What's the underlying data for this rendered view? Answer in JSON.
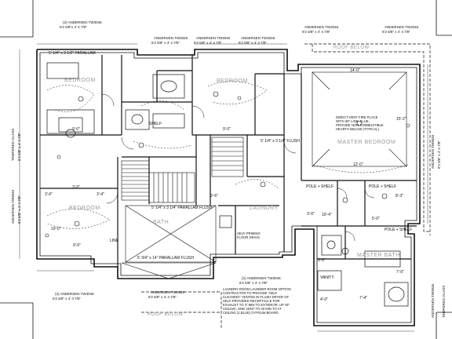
{
  "rooms": {
    "bedroom_1": "BEDROOM",
    "bedroom_2": "BEDROOM",
    "bedroom_3": "BEDROOM",
    "master_bedroom": "MASTER BEDROOM",
    "laundry": "LAUNDRY",
    "bath": "BATH",
    "master_bath": "MASTER BATH"
  },
  "roof_labels": {
    "top": "ROOF BELOW",
    "bottom": "ROOF BELOW"
  },
  "windows": {
    "w1_name": "(2) ANDERSEN TW3046",
    "w1_size": "6'2 5/8\"x 4' 4 7/8\"",
    "w2_name": "ANDERSEN TW3046",
    "w2_size": "6'2 5/8\" x 4' 4 7/8\"",
    "w3_name": "ANDERSEN TW3046",
    "w3_size": "6'2 5/8\" x 4' 4 7/8\"",
    "w4_name": "ANDERSEN TW3046",
    "w4_size": "6'2 5/8\" x 4' 4 7/8\"",
    "w5_name": "ANDERSEN TW3046",
    "w5_size": "6'2 5/8\" x 4' 4 7/8\"",
    "w6_name": "ANDERSEN TW3046",
    "w6_size": "6'2 5/8\" x 4' 4 7/8\"",
    "w7_name": "(2) ANDERSEN TW3046",
    "w7_size": "6'2 5/8\" x 4' 4 7/8\"",
    "w8_name": "ANDERSEN TW3046",
    "w8_size": "6'2 5/8\" x 4' 4 7/8\"",
    "w9_name": "(2) ANDERSEN TW3046",
    "w9_size": "6'2 5/8\" x 4' 4 7/8\""
  },
  "vertical_labels": {
    "left_1": "TEMPERED GLASS",
    "left_2": "6'2 5/8\" x 4' 4 7/8\"",
    "left_3": "ANDERSEN TW3046",
    "left_4": "6'2 5/8\" x 4' 4 7/8\"",
    "right_1": "ANDERSEN TW3046",
    "right_2": "6'2 5/8\" x 4' 4 7/8\"",
    "right_3": "TEMPERED GLASS",
    "right_4": "ANDERSEN TW3046"
  },
  "dimensions": {
    "d1": "5' 1/4\" x 3 1/2\" PARALLAM",
    "d2": "5' 1/4\" x 3 1/4\" PARALLAM FLUSH",
    "d3": "5' 3/4\" x 14\" PARALLAM FLUSH",
    "d4": "5' 1/4\" x 3 1/4\" FLUSH",
    "d5": "3'-0\"",
    "d6": "3'-6\"",
    "d7": "3'-4\"",
    "d8": "3'-6\"",
    "d9": "9'-0\"",
    "d10": "9'-0\"",
    "d11": "9'-0\"",
    "d12": "10'-4\"",
    "d13": "12'-0\"",
    "d14": "8'-3\"",
    "d15": "5'-0\"",
    "d16": "15'-2\"",
    "d17": "14'-0\"",
    "d18": "10'-0\"",
    "d19": "7'-0\"",
    "d20": "4'-0\"",
    "d21": "3'-0\"",
    "d22": "2'-6\"",
    "d23": "7'-4\""
  },
  "fixtures": {
    "shelf_1": "SHELF",
    "shelf_2": "POLE + SHELF",
    "shelf_3": "POLE + SHELF",
    "shelf_4": "POLE + SHELF",
    "floor_drain": "SELF-PRIMING FLOOR DRAIN",
    "line": "LINE",
    "vanity": "VANITY"
  },
  "notes": {
    "fireplace": "DIRECT-VENT FIRE PLACE WITH 36\" LINE. FLUE, PROVIDE NON-COMBUSTIBLE HEARTH BELOW (TYPICAL)",
    "laundry": "LAUNDRY ROOM LAUNDER ROOM OPTION CONTRACTOR TO PROVIDE \"SELF CLEANING\" VENTED IN FLUSH DRYER OF SELF-PROVIDED RECEPTACLE FOR EXHAUST TO 3\" MIN TO EXTERIOR. UP OF CEILING, ONE VENT TO 30 MIN TO AT CEILING (1 BLUE) GYPSUM BOARD."
  }
}
